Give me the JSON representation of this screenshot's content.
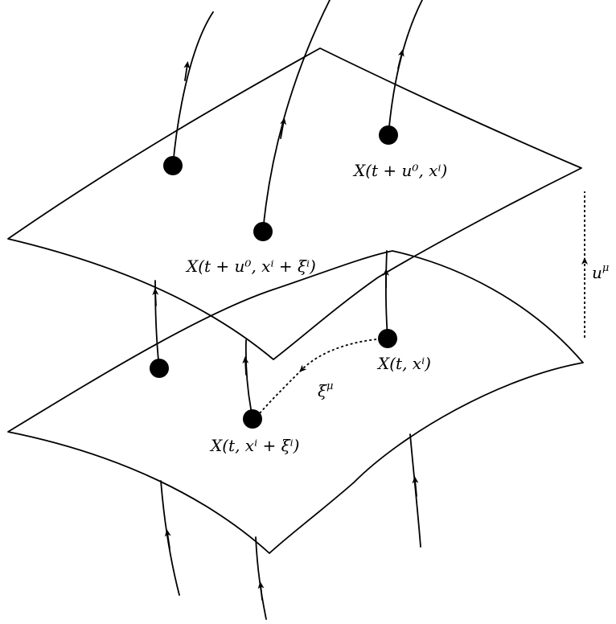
{
  "labels": {
    "top_right_point": "X(t + u⁰, xⁱ)",
    "top_mid_point": "X(t + u⁰, xⁱ + ξⁱ)",
    "bottom_right_point": "X(t, xⁱ)",
    "bottom_mid_point": "X(t, xⁱ + ξⁱ)",
    "separation_vector": "ξ^μ",
    "velocity_vector": "u^μ"
  },
  "colors": {
    "ink": "#000000",
    "background": "#ffffff"
  }
}
